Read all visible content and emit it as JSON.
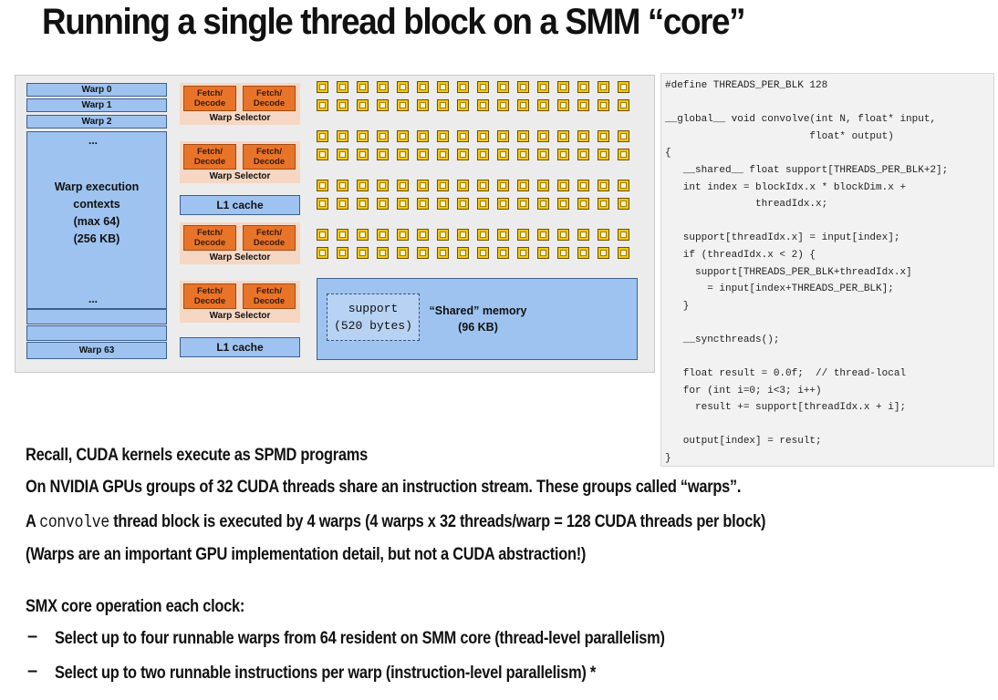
{
  "title": "Running a single thread block on a SMM “core”",
  "diagram": {
    "warp_labels": [
      "Warp 0",
      "Warp 1",
      "Warp 2",
      "Warp 63"
    ],
    "ellipsis": "...",
    "warp_contexts": [
      "Warp execution",
      "contexts",
      "(max 64)",
      "(256 KB)"
    ],
    "fetch_decode": "Fetch/ Decode",
    "warp_selector": "Warp Selector",
    "l1_cache": "L1 cache",
    "support_block": [
      "support",
      "(520 bytes)"
    ],
    "shared_memory": [
      "“Shared” memory",
      "(96 KB)"
    ]
  },
  "code": "#define THREADS_PER_BLK 128\n\n__global__ void convolve(int N, float* input,\n                        float* output)\n{\n   __shared__ float support[THREADS_PER_BLK+2];\n   int index = blockIdx.x * blockDim.x +\n               threadIdx.x;\n\n   support[threadIdx.x] = input[index];\n   if (threadIdx.x < 2) {\n     support[THREADS_PER_BLK+threadIdx.x]\n       = input[index+THREADS_PER_BLK];\n   }\n\n   __syncthreads();\n\n   float result = 0.0f;  // thread-local\n   for (int i=0; i<3; i++)\n     result += support[threadIdx.x + i];\n\n   output[index] = result;\n}",
  "lines": {
    "l1": "Recall, CUDA kernels execute as SPMD programs",
    "l2": "On NVIDIA GPUs groups of 32 CUDA threads share an instruction stream.  These groups called “warps”.",
    "l3_pre": "A ",
    "l3_code": "convolve",
    "l3_post": " thread block is executed by 4 warps (4 warps x 32 threads/warp = 128 CUDA threads per block)",
    "l4": "(Warps are an important GPU implementation detail, but not a CUDA abstraction!)",
    "l5": "SMX core operation each clock:",
    "dash": "–",
    "b1": "Select up to four runnable warps from 64 resident on SMM core (thread-level parallelism)",
    "b2": "Select up to two runnable instructions per warp (instruction-level parallelism) *"
  }
}
